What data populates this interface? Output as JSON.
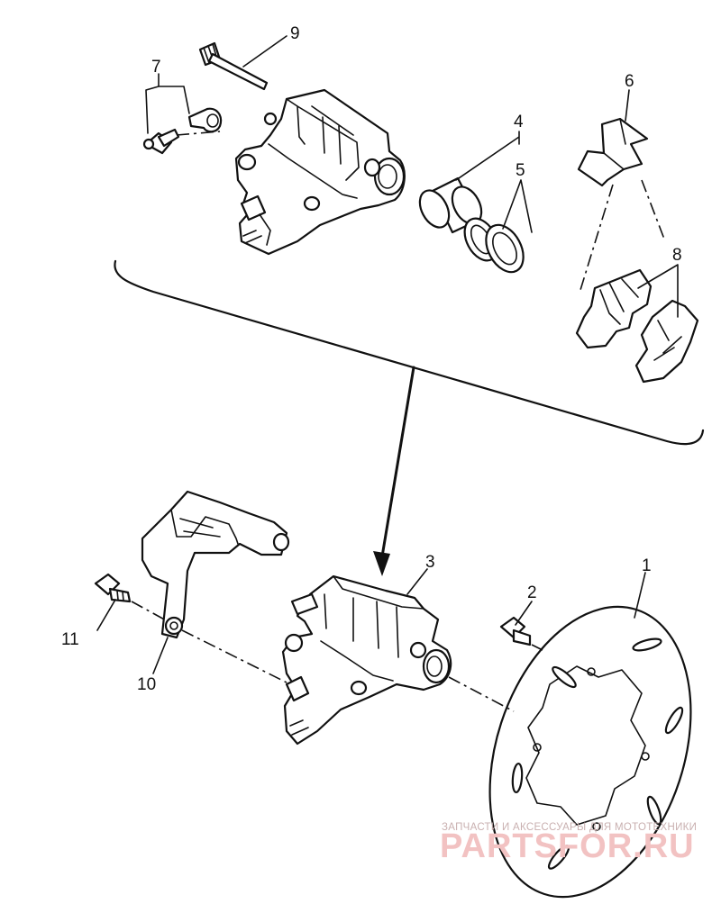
{
  "callouts": [
    {
      "id": "1",
      "text": "1"
    },
    {
      "id": "2",
      "text": "2"
    },
    {
      "id": "3",
      "text": "3"
    },
    {
      "id": "4",
      "text": "4"
    },
    {
      "id": "5",
      "text": "5"
    },
    {
      "id": "6",
      "text": "6"
    },
    {
      "id": "7",
      "text": "7"
    },
    {
      "id": "8",
      "text": "8"
    },
    {
      "id": "9",
      "text": "9"
    },
    {
      "id": "10",
      "text": "10"
    },
    {
      "id": "11",
      "text": "11"
    }
  ],
  "watermark": {
    "tagline": "ЗАПЧАСТИ И АКСЕССУАРЫ ДЛЯ МОТОТЕХНИКИ",
    "logo": "PARTSFOR.RU"
  }
}
